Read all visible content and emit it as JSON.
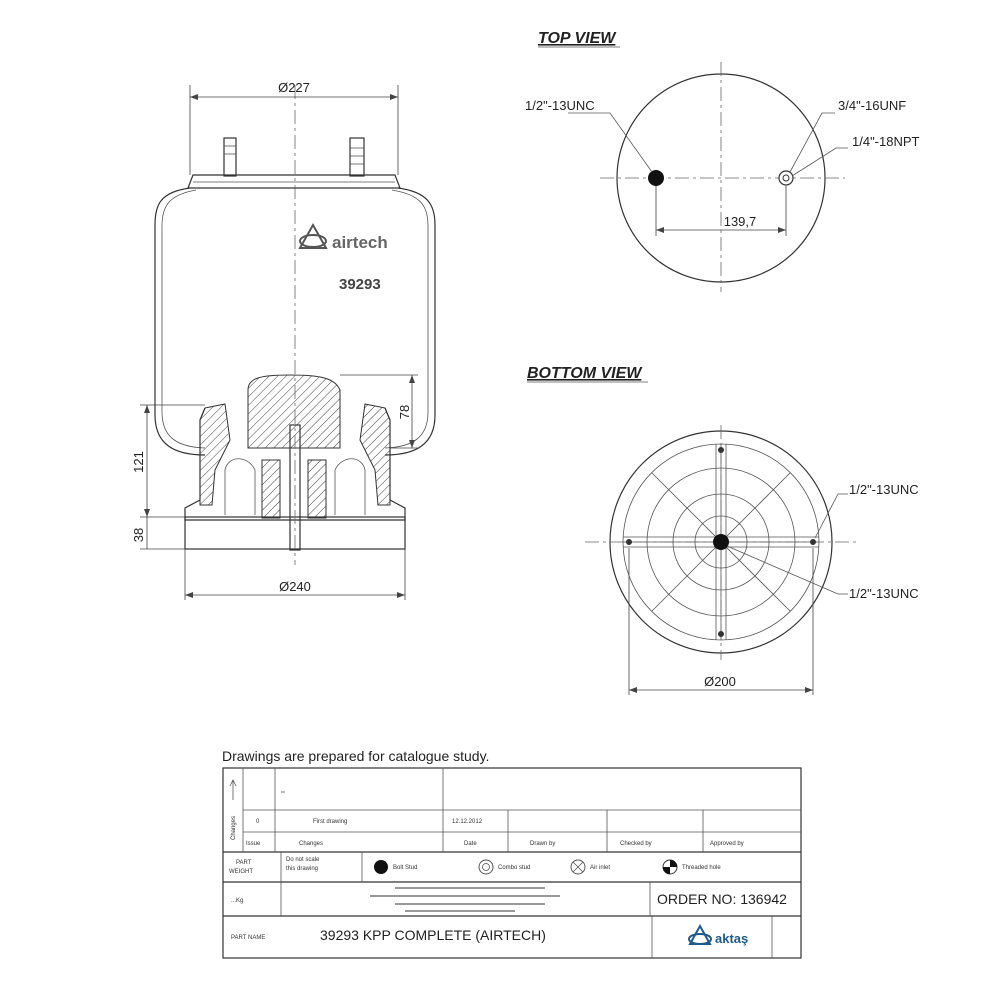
{
  "side_view": {
    "dim_top_diameter": "Ø227",
    "dim_bottom_diameter": "Ø240",
    "dim_height_78": "78",
    "dim_height_121": "121",
    "dim_height_38": "38",
    "brand_text": "airtech",
    "part_number": "39293"
  },
  "top_view": {
    "title": "TOP VIEW",
    "thread_left": "1/2\"-13UNC",
    "thread_right_1": "3/4\"-16UNF",
    "thread_right_2": "1/4\"-18NPT",
    "dim_spacing": "139,7"
  },
  "bottom_view": {
    "title": "BOTTOM VIEW",
    "thread_upper": "1/2\"-13UNC",
    "thread_lower": "1/2\"-13UNC",
    "dim_diameter": "Ø200"
  },
  "title_block": {
    "note": "Drawings are  prepared for  catalogue study.",
    "changes_label": "Changes",
    "issue_zero": "0",
    "first_drawing": "First drawing",
    "date_value": "12.12.2012",
    "header_issue": "Issue",
    "header_changes": "Changes",
    "header_date": "Date",
    "header_drawn": "Drawn by",
    "header_checked": "Checked by",
    "header_approved": "Approved by",
    "part_weight_1": "PART",
    "part_weight_2": "WEIGHT",
    "part_weight_unit": "...Kg",
    "do_not_scale_1": "Do not scale",
    "do_not_scale_2": "this drawing",
    "legend_bolt": "Bolt Stud",
    "legend_combo": "Combo stud",
    "legend_air": "Air inlet",
    "legend_threaded": "Threaded hole",
    "order_no": "ORDER NO: 136942",
    "part_name_label": "PART NAME",
    "part_name": "39293 KPP COMPLETE (AIRTECH)",
    "company": "aktaş"
  }
}
